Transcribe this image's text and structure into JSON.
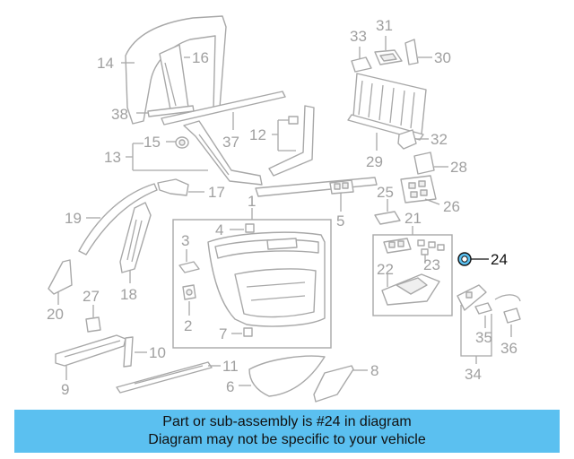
{
  "callouts": {
    "c1": "1",
    "c2": "2",
    "c3": "3",
    "c4": "4",
    "c5": "5",
    "c6": "6",
    "c7": "7",
    "c8": "8",
    "c9": "9",
    "c10": "10",
    "c11": "11",
    "c12": "12",
    "c13": "13",
    "c14": "14",
    "c15": "15",
    "c16": "16",
    "c17": "17",
    "c18": "18",
    "c19": "19",
    "c20": "20",
    "c21": "21",
    "c22": "22",
    "c23": "23",
    "c24": "24",
    "c25": "25",
    "c26": "26",
    "c27": "27",
    "c28": "28",
    "c29": "29",
    "c30": "30",
    "c31": "31",
    "c32": "32",
    "c33": "33",
    "c34": "34",
    "c35": "35",
    "c36": "36",
    "c37": "37",
    "c38": "38"
  },
  "highlighted_part": "24",
  "banner": {
    "line1": "Part or sub-assembly is #24 in diagram",
    "line2": "Diagram may not be specific to your vehicle"
  },
  "colors": {
    "banner_bg": "#5bc0f0",
    "line_art": "#a8a8a8",
    "highlight_fill": "#5bc0f0"
  }
}
